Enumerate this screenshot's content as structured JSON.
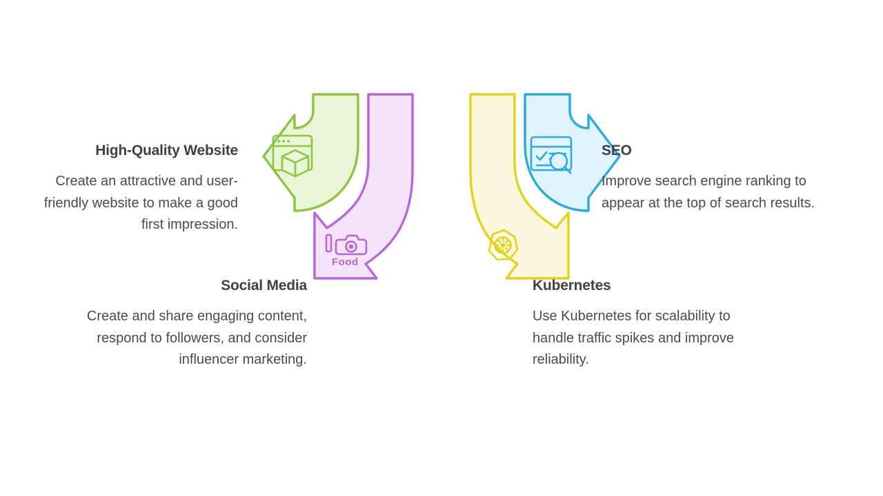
{
  "diagram": {
    "type": "four-arrow-infographic",
    "background_color": "#ffffff",
    "heading_color": "#404040",
    "body_color": "#4a4a4a"
  },
  "items": [
    {
      "id": "high-quality-website",
      "heading": "High-Quality Website",
      "body": "Create an attractive and user-friendly website to make a good first impression.",
      "side": "left",
      "row": "top",
      "stroke_color": "#8CC63F",
      "fill_color": "#EAF4D7",
      "icon": "browser-cube-icon",
      "icon_label": ""
    },
    {
      "id": "social-media",
      "heading": "Social Media",
      "body": "Create and share engaging content, respond to followers, and consider influencer marketing.",
      "side": "left",
      "row": "bottom",
      "stroke_color": "#B865DC",
      "fill_color": "#F5E4FA",
      "icon": "camera-food-icon",
      "icon_label": "Food"
    },
    {
      "id": "seo",
      "heading": "SEO",
      "body": "Improve search engine ranking to appear at the top of search results.",
      "side": "right",
      "row": "top",
      "stroke_color": "#29ABE2",
      "fill_color": "#E0F4FD",
      "icon": "search-page-icon",
      "icon_label": ""
    },
    {
      "id": "kubernetes",
      "heading": "Kubernetes",
      "body": "Use Kubernetes for scalability to handle traffic spikes and improve reliability.",
      "side": "right",
      "row": "bottom",
      "stroke_color": "#E3D316",
      "fill_color": "#FAF7DC",
      "icon": "kubernetes-helm-icon",
      "icon_label": ""
    }
  ]
}
